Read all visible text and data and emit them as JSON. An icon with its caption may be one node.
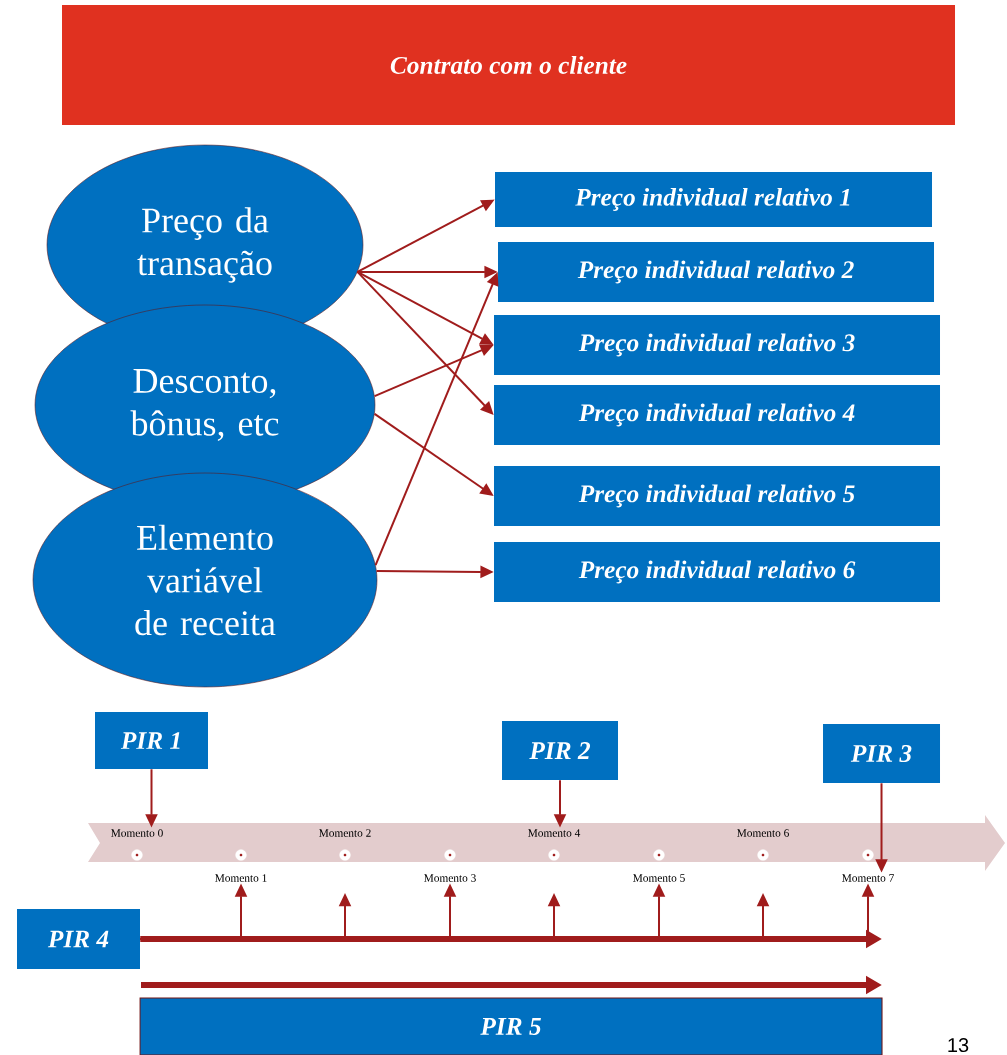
{
  "diagram": {
    "nodes": [
      {
        "text": [
          "Contrato com o cliente"
        ]
      },
      {
        "text": [
          "Preço da transação"
        ]
      },
      {
        "text": [
          "Desconto, bônus, etc"
        ]
      },
      {
        "text": [
          "Elemento variável de receita"
        ]
      },
      {
        "text": [
          "Preço individual relativo 1"
        ]
      },
      {
        "text": [
          "Preço individual relativo 2"
        ]
      },
      {
        "text": [
          "Preço individual relativo 3"
        ]
      },
      {
        "text": [
          "Preço individual relativo 4"
        ]
      },
      {
        "text": [
          "Preço individual relativo 5"
        ]
      },
      {
        "text": [
          "Preço individual relativo 6"
        ]
      },
      {
        "text": [
          "PIR 1"
        ]
      },
      {
        "text": [
          "PIR 2"
        ]
      },
      {
        "text": [
          "PIR 3"
        ]
      },
      {
        "text": [
          "PIR 4"
        ]
      },
      {
        "text": [
          "PIR 5"
        ]
      },
      {
        "text": [
          "Momento 0"
        ]
      },
      {
        "text": [
          "Momento 1"
        ]
      },
      {
        "text": [
          "Momento 2"
        ]
      },
      {
        "text": [
          "Momento 3"
        ]
      },
      {
        "text": [
          "Momento 4"
        ]
      },
      {
        "text": [
          "Momento 5"
        ]
      },
      {
        "text": [
          "Momento 6"
        ]
      },
      {
        "text": [
          "Momento 7"
        ]
      }
    ],
    "edges": [
      {
        "from": 1,
        "to": 4,
        "arrow": "to"
      },
      {
        "from": 1,
        "to": 5,
        "arrow": "to"
      },
      {
        "from": 1,
        "to": 6,
        "arrow": "to"
      },
      {
        "from": 1,
        "to": 7,
        "arrow": "to"
      },
      {
        "from": 2,
        "to": 6,
        "arrow": "to"
      },
      {
        "from": 2,
        "to": 8,
        "arrow": "to"
      },
      {
        "from": 3,
        "to": 5,
        "arrow": "to"
      },
      {
        "from": 3,
        "to": 9,
        "arrow": "to"
      },
      {
        "from": 10,
        "to": 15,
        "arrow": "to"
      },
      {
        "from": 11,
        "to": 19,
        "arrow": "to"
      },
      {
        "from": 12,
        "to": 22,
        "arrow": "to"
      },
      {
        "from": 13,
        "to": null,
        "arrow": "to",
        "style": "thick"
      },
      {
        "from": 13,
        "to": 16,
        "arrow": "to"
      },
      {
        "from": 13,
        "to": 17,
        "arrow": "to"
      },
      {
        "from": 13,
        "to": 18,
        "arrow": "to"
      },
      {
        "from": 13,
        "to": 19,
        "arrow": "to"
      },
      {
        "from": 13,
        "to": 20,
        "arrow": "to"
      },
      {
        "from": 13,
        "to": 21,
        "arrow": "to"
      },
      {
        "from": 13,
        "to": 22,
        "arrow": "to"
      }
    ],
    "labels": [
      "13"
    ]
  }
}
